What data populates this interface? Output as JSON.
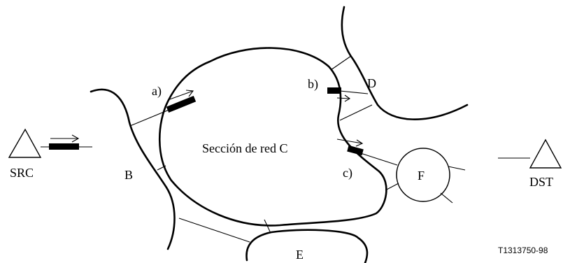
{
  "diagram": {
    "labels": {
      "src": "SRC",
      "dst": "DST",
      "network_b": "B",
      "network_c": "Sección de red C",
      "network_d": "D",
      "network_e": "E",
      "network_f": "F",
      "point_a": "a)",
      "point_b": "b)",
      "point_c": "c)"
    },
    "reference": "T1313750-98"
  }
}
